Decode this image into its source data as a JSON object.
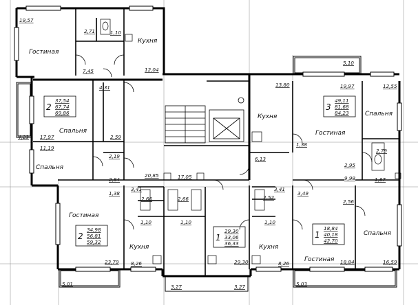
{
  "rooms": {
    "living_tl": "Гостиная",
    "kitchen_tl": "Кухня",
    "bedroom_l": "Спальня",
    "bedroom_l2": "Спальня",
    "kitchen_c": "Кухня",
    "living_r": "Гостиная",
    "bedroom_tr": "Спальня",
    "living_bl": "Гостиная",
    "kitchen_bl": "Кухня",
    "kitchen_bm": "Кухня",
    "living_br": "Гостиная",
    "bedroom_br": "Спальня"
  },
  "areas": {
    "a1957": "19,57",
    "a271": "2,71",
    "a110a": "1,10",
    "a745": "7,45",
    "a1204": "12,04",
    "a431": "4,31",
    "a1797": "17,97",
    "a423": "4,23",
    "a259": "2,59",
    "a1119": "11,19",
    "a219": "2,19",
    "a284": "2,84",
    "a2085": "20,85",
    "a1705": "17,05",
    "a341a": "3,41",
    "a138a": "1,38",
    "a266a": "2,66",
    "a266b": "2,66",
    "a110b": "1,10",
    "a110c": "1,10",
    "a2379": "23,79",
    "a826a": "8,26",
    "a501": "5,01",
    "a327a": "3,27",
    "a327b": "3,27",
    "a2930": "29,30",
    "a826b": "8,26",
    "a503": "5,03",
    "a1380": "13,80",
    "a613": "6,13",
    "a341b": "3,41",
    "a252": "2,52",
    "a110d": "1,10",
    "a510": "5,10",
    "a1997": "19,97",
    "a1255": "12,55",
    "a138b": "1,38",
    "a279": "2,79",
    "a295": "2,95",
    "a167": "1,67",
    "a998": "9,98",
    "a349": "3,49",
    "a256": "2,56",
    "a1884": "18,84",
    "a1659": "16,59"
  },
  "apartments": {
    "apt2a": {
      "num": "2",
      "l1": "37,54",
      "l2": "67,74",
      "l3": "69,86"
    },
    "apt3": {
      "num": "3",
      "l1": "49,11",
      "l2": "81,68",
      "l3": "84,23"
    },
    "apt2b": {
      "num": "2",
      "l1": "34,98",
      "l2": "56,81",
      "l3": "59,32"
    },
    "apt1a": {
      "num": "1",
      "l1": "29,30",
      "l2": "33,06",
      "l3": "36,33"
    },
    "apt1b": {
      "num": "1",
      "l1": "18,84",
      "l2": "40,18",
      "l3": "42,70"
    }
  }
}
